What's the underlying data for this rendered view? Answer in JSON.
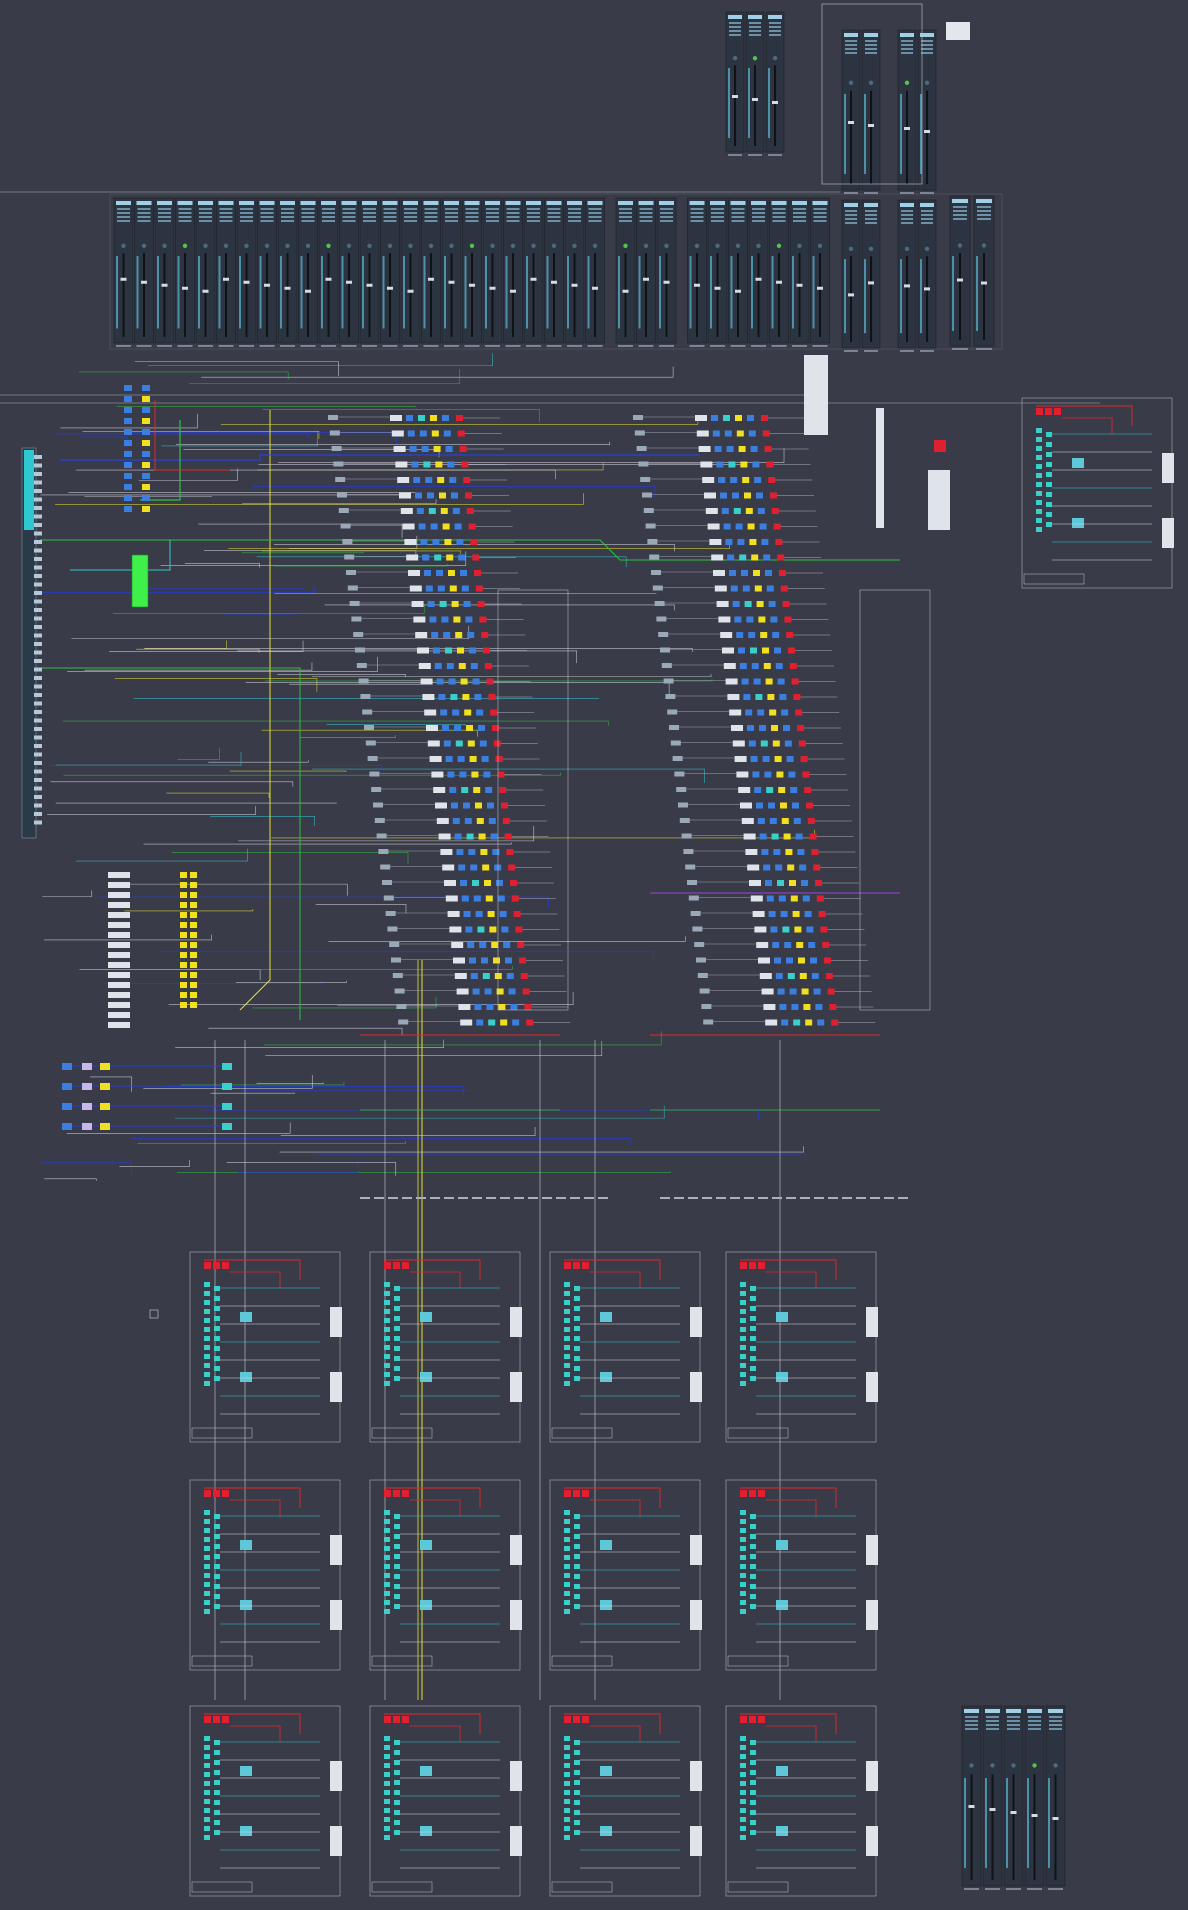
{
  "app": {
    "view": "signal-flow-canvas"
  },
  "top_fader_strip": {
    "channel_count": 34,
    "strip_colors": {
      "body": "#2b3440",
      "meter": "#5fb8d6",
      "header": "#9fd0e8",
      "accent": "#56c24a"
    }
  },
  "small_fader_group_top": {
    "channel_count": 3
  },
  "tall_fader_group_right": {
    "channel_count": 4
  },
  "bottom_right_fader_group": {
    "channel_count": 5
  },
  "processing_columns": {
    "column_count": 2,
    "rows_per_column": 40,
    "block_colors": {
      "blue": "#3a7fe0",
      "yellow": "#f0e020",
      "red": "#e02030",
      "white": "#dfe3ea",
      "cyan": "#38d0c8"
    }
  },
  "wire_colors": {
    "green": "#2fc040",
    "yellow": "#e4e030",
    "blue": "#2040ff",
    "red": "#e02828",
    "cyan": "#30c8d0",
    "white": "#d8d8e0",
    "purple": "#a040e0"
  },
  "bus_modules": {
    "grid_rows": 3,
    "grid_cols": 4,
    "extra_module": "top-right"
  }
}
